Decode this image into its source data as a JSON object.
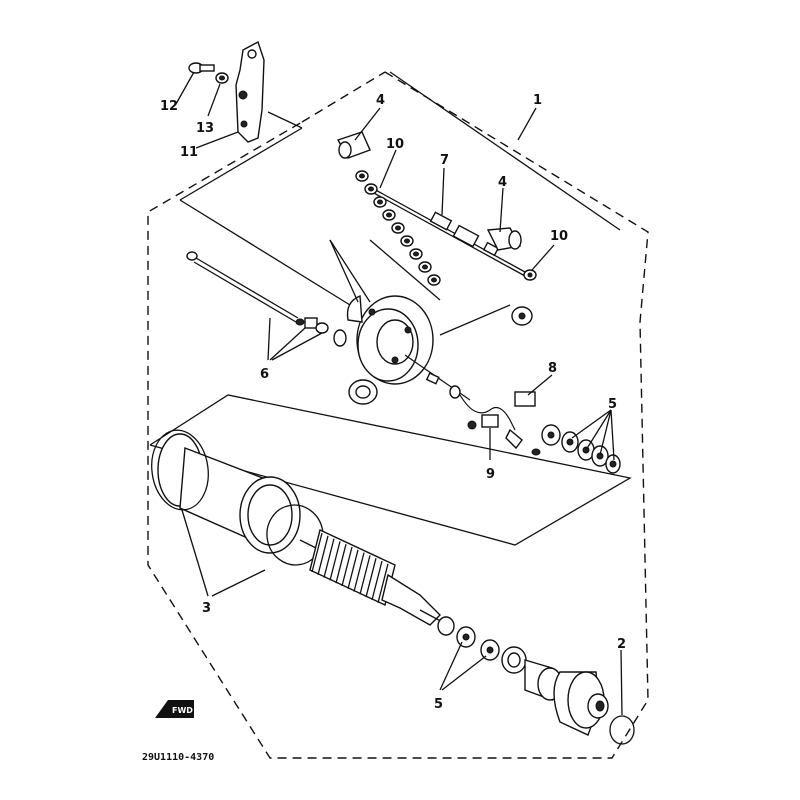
{
  "diagram": {
    "drawing_code": "29U1110-4370",
    "forward_mark": "FWD",
    "callouts": {
      "c1": "1",
      "c2": "2",
      "c3": "3",
      "c4a": "4",
      "c4b": "4",
      "c5a": "5",
      "c5b": "5",
      "c6": "6",
      "c7": "7",
      "c8": "8",
      "c9": "9",
      "c10a": "10",
      "c10b": "10",
      "c11": "11",
      "c12": "12",
      "c13": "13"
    }
  }
}
